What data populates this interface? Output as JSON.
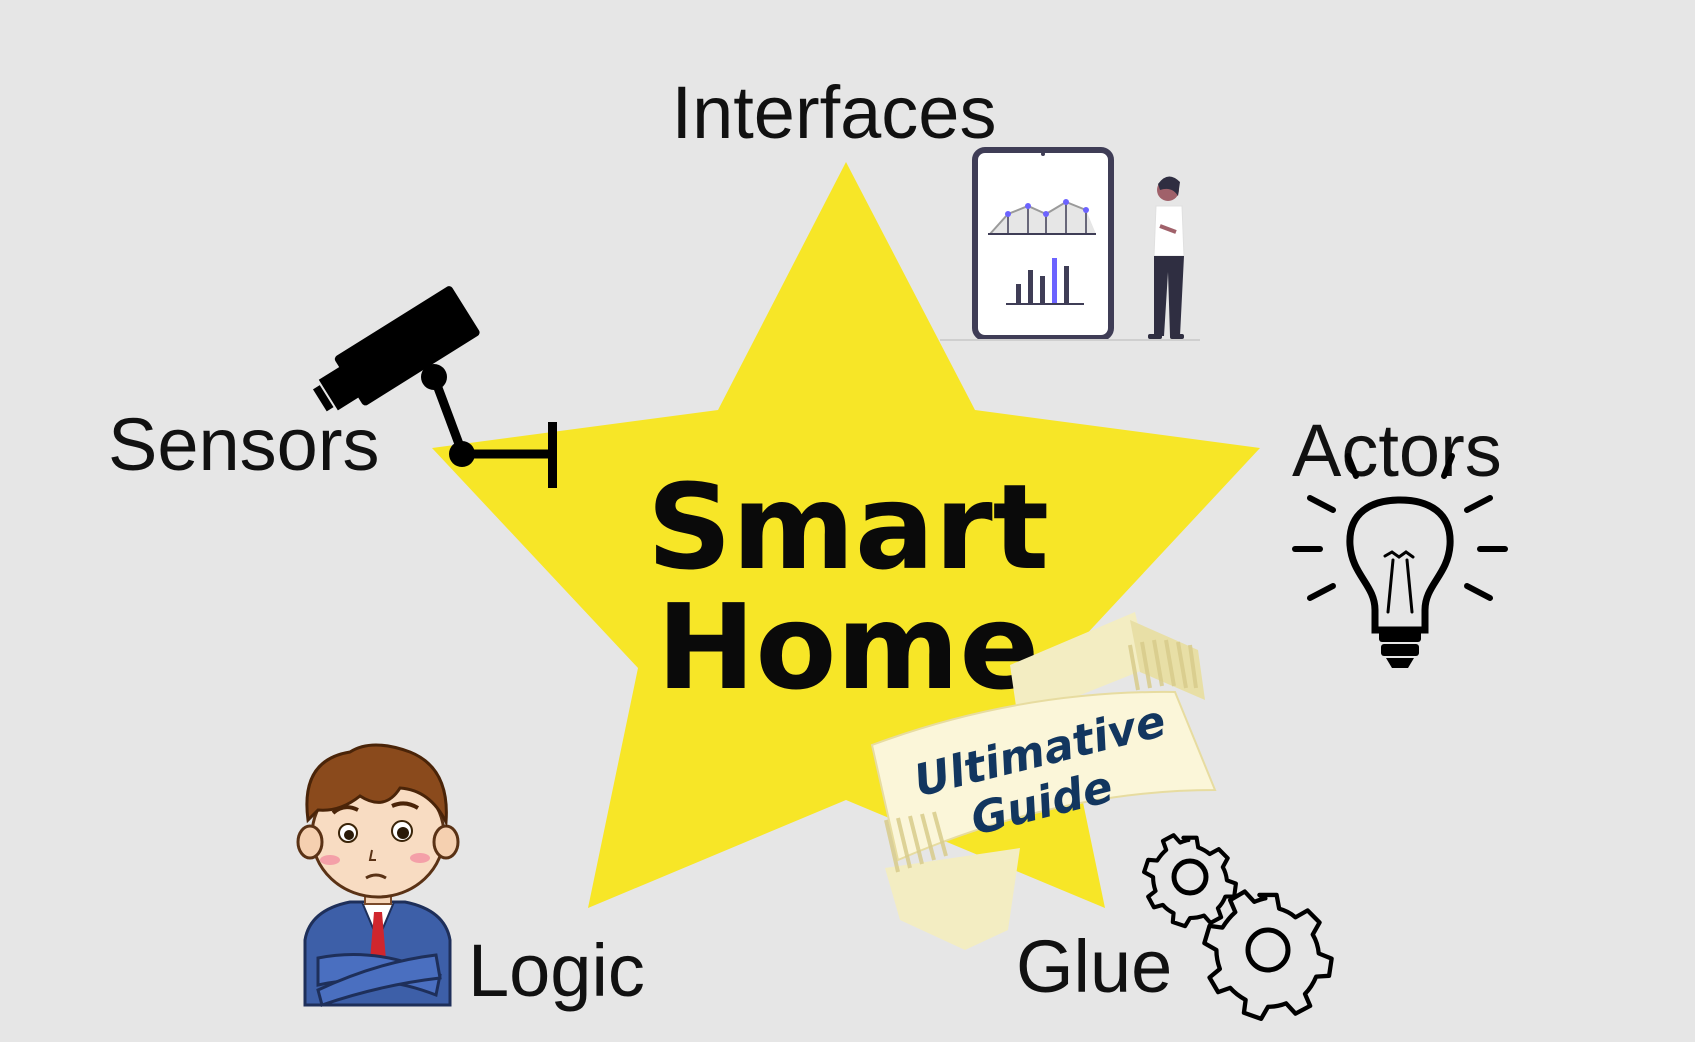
{
  "title": {
    "line1": "Smart",
    "line2": "Home"
  },
  "ribbon": {
    "line1": "Ultimative",
    "line2": "Guide"
  },
  "labels": {
    "interfaces": "Interfaces",
    "sensors": "Sensors",
    "actors": "Actors",
    "logic": "Logic",
    "glue": "Glue"
  },
  "colors": {
    "background": "#e6e6e6",
    "star": "#f7e627",
    "ribbon": "#fbf6d9",
    "ribbon_text": "#12365f",
    "accent": "#6c63ff"
  },
  "icons": {
    "interfaces": "tablet-dashboard-person-icon",
    "sensors": "security-camera-icon",
    "actors": "light-bulb-icon",
    "logic": "thinking-businessman-icon",
    "glue": "gears-icon"
  }
}
